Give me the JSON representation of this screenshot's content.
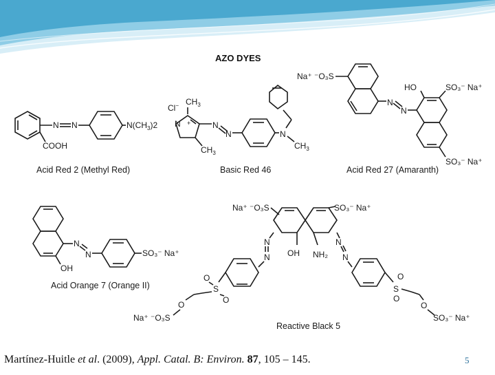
{
  "slide": {
    "title": "AZO  DYES",
    "page_number": "5",
    "colors": {
      "header_wave_light": "#d8eef7",
      "header_wave_mid": "#8fcde6",
      "header_wave_dark": "#4aa8cf",
      "page_number": "#2a6f9a"
    }
  },
  "dyes": [
    {
      "name": "Acid Red 2 (Methyl Red)",
      "labels": {
        "amine": "N(CH",
        "amine_sub": "3",
        "amine_end": ")2",
        "acid": "COOH",
        "azo_n1": "N",
        "azo_n2": "N"
      }
    },
    {
      "name": "Basic Red 46",
      "labels": {
        "counterion": "Cl",
        "counterion_charge": "−",
        "methyl_top": "CH",
        "methyl_top_sub": "3",
        "methyl_bottom": "CH",
        "methyl_bottom_sub": "3",
        "methyl_amine": "CH",
        "methyl_amine_sub": "3",
        "plus": "+",
        "ring_n": "N",
        "azo_n1": "N",
        "azo_n2": "N",
        "amine_n": "N"
      }
    },
    {
      "name": "Acid Red 27 (Amaranth)",
      "labels": {
        "sulfonate_top": "Na⁺ ⁻O₃S",
        "hydroxyl": "HO",
        "sulfonate_right": "SO₃⁻ Na⁺",
        "sulfonate_bottom": "SO₃⁻ Na⁺",
        "azo_n1": "N",
        "azo_n2": "N"
      }
    },
    {
      "name": "Acid Orange 7 (Orange II)",
      "labels": {
        "hydroxyl": "OH",
        "sulfonate": "SO₃⁻ Na⁺",
        "azo_n1": "N",
        "azo_n2": "N"
      }
    },
    {
      "name": "Reactive Black 5",
      "labels": {
        "sulfonate_left": "Na⁺ ⁻O₃S",
        "sulfonate_right": "SO₃⁻ Na⁺",
        "hydroxyl": "OH",
        "amino": "NH₂",
        "sulfonyl_o": "O",
        "sulfonyl_s": "S",
        "ether_o": "O",
        "end_left": "Na⁺ ⁻O₃S",
        "end_right": "SO₃⁻ Na⁺",
        "azo_n": "N"
      }
    }
  ],
  "citation": {
    "authors": "Martínez-Huitle ",
    "etal": "et al",
    "year": ". (2009), ",
    "journal": "Appl. Catal. B: Environ.",
    "volume": " 87",
    "pages": ", 105 – 145."
  }
}
